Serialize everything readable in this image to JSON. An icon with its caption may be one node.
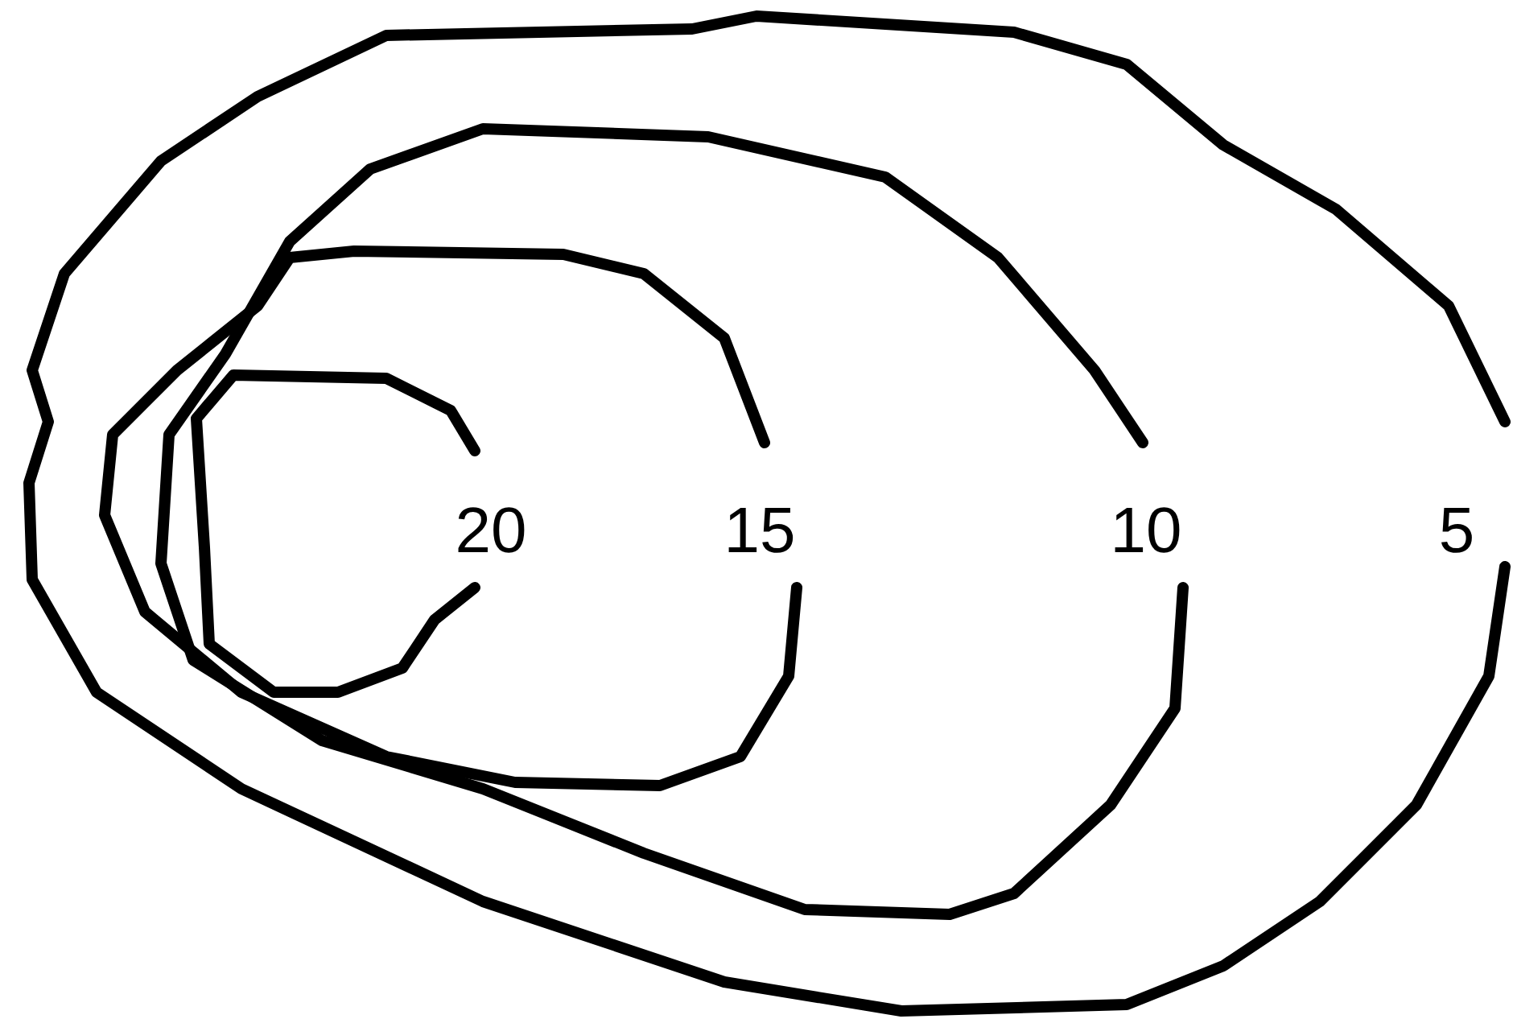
{
  "diagram": {
    "nodes": [
      {
        "text": [
          "5"
        ]
      },
      {
        "text": [
          "10"
        ],
        "in": 0
      },
      {
        "text": [
          "15"
        ],
        "in": 0
      },
      {
        "text": [
          "20"
        ],
        "in": 2
      }
    ]
  }
}
